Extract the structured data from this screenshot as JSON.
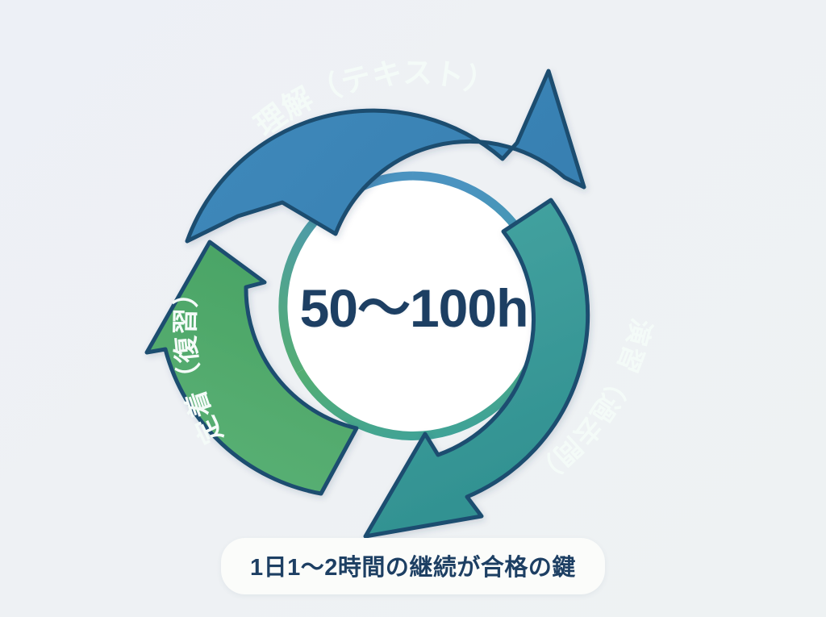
{
  "diagram": {
    "type": "cycle-diagram",
    "title_center": "50〜100h",
    "caption": "1日1〜2時間の継続が合格の鍵",
    "background_color": "#eef1f5",
    "outline_color": "#1d4d70",
    "center_text_color": "#1d3f63",
    "label_text_color": "#f4fbf8",
    "steps": [
      {
        "id": "understand",
        "label": "理解（テキスト）",
        "color": "#3d85b8",
        "position": "top"
      },
      {
        "id": "practice",
        "label": "演習（過去問）",
        "color": "#3a9b9b",
        "position": "right"
      },
      {
        "id": "retain",
        "label": "定着（復習）",
        "color": "#52ab6b",
        "position": "left"
      }
    ],
    "ring": {
      "start_color": "#3d85b8",
      "mid_color": "#3a9b9b",
      "end_color": "#52ab6b"
    }
  }
}
